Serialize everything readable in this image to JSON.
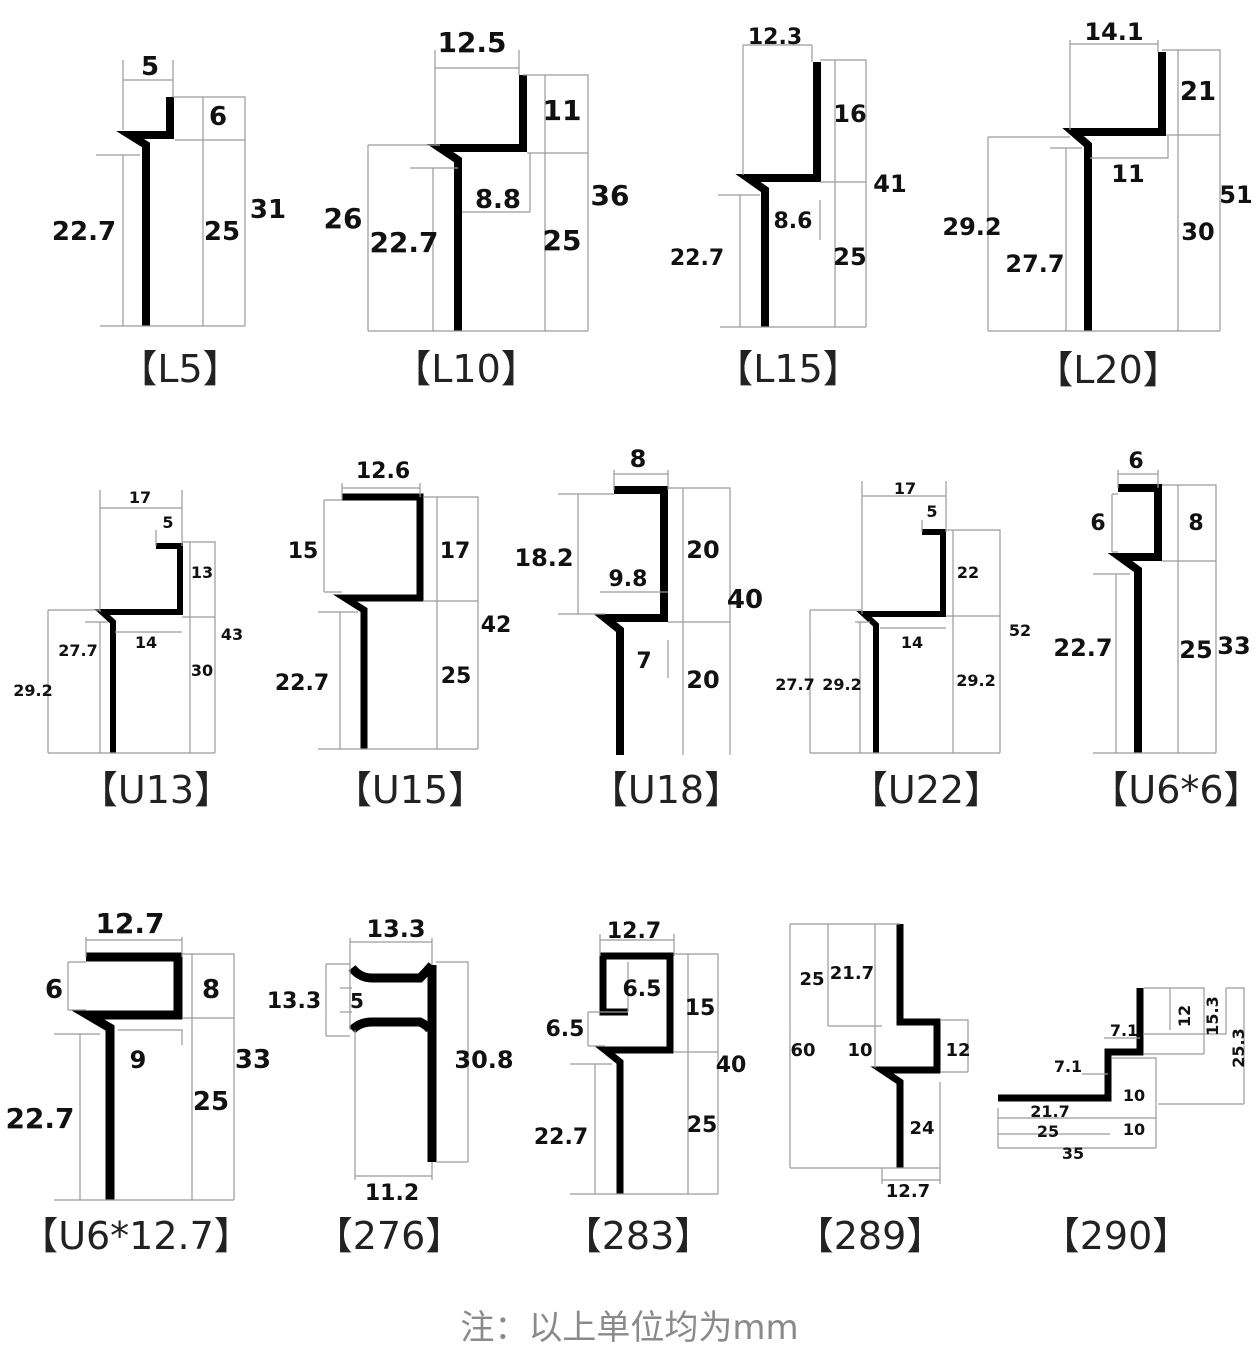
{
  "profiles": [
    {
      "id": "L5",
      "label": "【L5】",
      "dims": [
        "5",
        "6",
        "22.7",
        "25",
        "31"
      ]
    },
    {
      "id": "L10",
      "label": "【L10】",
      "dims": [
        "12.5",
        "11",
        "26",
        "22.7",
        "8.8",
        "25",
        "36"
      ]
    },
    {
      "id": "L15",
      "label": "【L15】",
      "dims": [
        "12.3",
        "16",
        "41",
        "22.7",
        "8.6",
        "25"
      ]
    },
    {
      "id": "L20",
      "label": "【L20】",
      "dims": [
        "14.1",
        "21",
        "51",
        "29.2",
        "27.7",
        "11",
        "30"
      ]
    },
    {
      "id": "U13",
      "label": "【U13】",
      "dims": [
        "17",
        "5",
        "13",
        "43",
        "27.7",
        "14",
        "30",
        "29.2"
      ]
    },
    {
      "id": "U15",
      "label": "【U15】",
      "dims": [
        "12.6",
        "15",
        "17",
        "42",
        "22.7",
        "25"
      ]
    },
    {
      "id": "U18",
      "label": "【U18】",
      "dims": [
        "8",
        "18.2",
        "20",
        "9.8",
        "40",
        "7",
        "20"
      ]
    },
    {
      "id": "U22",
      "label": "【U22】",
      "dims": [
        "17",
        "5",
        "22",
        "52",
        "14",
        "29.2",
        "27.7",
        "29.2"
      ]
    },
    {
      "id": "U6x6",
      "label": "【U6*6】",
      "dims": [
        "6",
        "6",
        "8",
        "22.7",
        "25",
        "33"
      ]
    },
    {
      "id": "U6x12.7",
      "label": "【U6*12.7】",
      "dims": [
        "12.7",
        "6",
        "8",
        "33",
        "9",
        "22.7",
        "25"
      ]
    },
    {
      "id": "276",
      "label": "【276】",
      "dims": [
        "13.3",
        "13.3",
        "5",
        "30.8",
        "11.2"
      ]
    },
    {
      "id": "283",
      "label": "【283】",
      "dims": [
        "12.7",
        "6.5",
        "15",
        "6.5",
        "40",
        "22.7",
        "25"
      ]
    },
    {
      "id": "289",
      "label": "【289】",
      "dims": [
        "25",
        "21.7",
        "60",
        "10",
        "12",
        "24",
        "12.7"
      ]
    },
    {
      "id": "290",
      "label": "【290】",
      "dims": [
        "12",
        "15.3",
        "7.1",
        "25.3",
        "7.1",
        "10",
        "21.7",
        "25",
        "10",
        "35"
      ]
    }
  ],
  "note": "注：以上单位均为mm",
  "colors": {
    "profile": "#000000",
    "dimension_line": "#9a9a9a",
    "label": "#222222",
    "note": "#8a8a8a"
  }
}
